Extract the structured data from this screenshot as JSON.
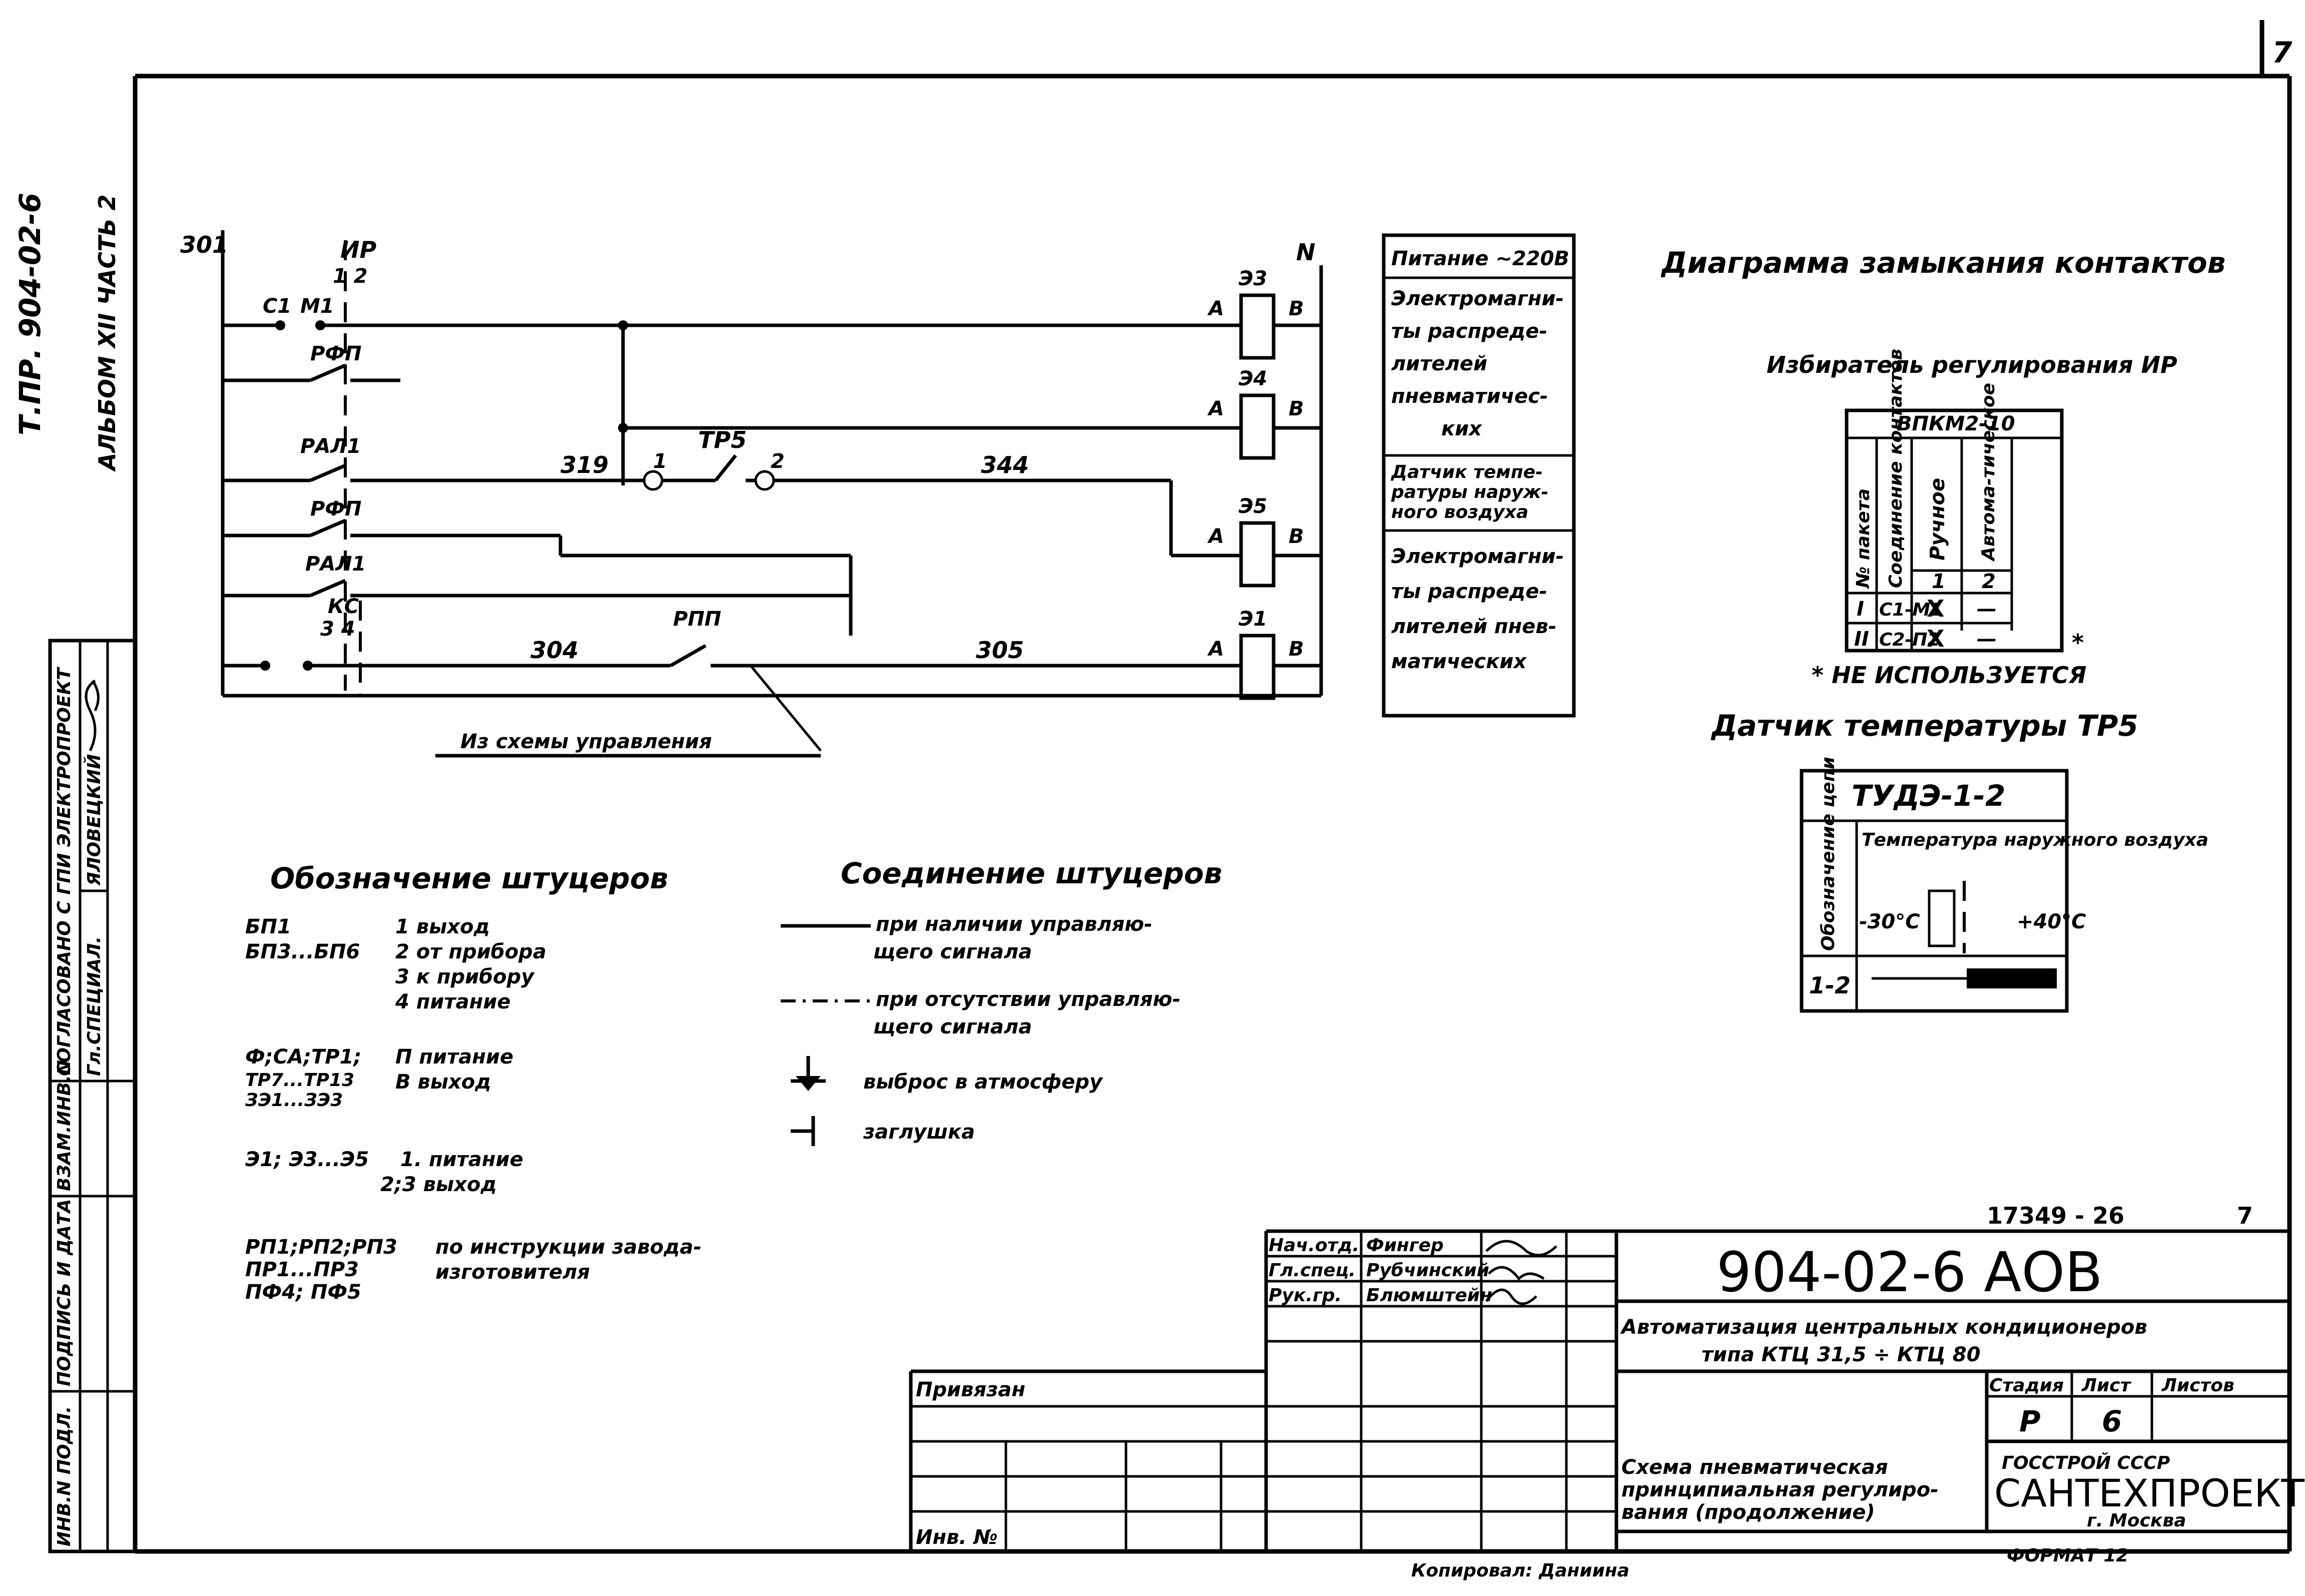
{
  "sheet": {
    "page_number": "7",
    "side_title_1": "Т.ПР. 904-02-6",
    "side_title_2": "АЛЬБОМ XII ЧАСТЬ 2",
    "side_labels": [
      "СОГЛАСОВАНО С ГПИ ЭЛЕКТРОПРОЕКТ",
      "Гл.СПЕЦИАЛ.",
      "ЯЛОВЕЦКИЙ",
      "ВЗАМ.ИНВ.N",
      "ПОДПИСЬ И ДАТА",
      "ИНВ.N ПОДЛ."
    ],
    "bottom_note": "Копировал: Даниина",
    "format": "ФОРМАТ 12",
    "doc_number": "17349 - 26",
    "doc_page": "7"
  },
  "schematic": {
    "wire_labels": {
      "w301": "301",
      "w319": "319",
      "w344": "344",
      "w304": "304",
      "w305": "305",
      "n": "N"
    },
    "selector": {
      "name": "ИР",
      "contacts": "1 2",
      "c1": "С1",
      "m1": "М1"
    },
    "relay_contacts": [
      "РФП",
      "РАЛ1",
      "РФП",
      "РАЛ1",
      "РПП"
    ],
    "kc": {
      "name": "КС",
      "contacts": "3 4"
    },
    "sensor": {
      "name": "ТР5",
      "t1": "1",
      "t2": "2"
    },
    "valves": [
      {
        "name": "Э3",
        "a": "А",
        "b": "В"
      },
      {
        "name": "Э4",
        "a": "А",
        "b": "В"
      },
      {
        "name": "Э5",
        "a": "А",
        "b": "В"
      },
      {
        "name": "Э1",
        "a": "А",
        "b": "В"
      }
    ],
    "from_control": "Из схемы управления"
  },
  "legend_box": {
    "power": "Питание ~220В",
    "group1": [
      "Электромагни-",
      "ты распреде-",
      "лителей",
      "пневматичес-",
      "ких"
    ],
    "group2": [
      "Датчик темпе-",
      "ратуры наруж-",
      "ного воздуха"
    ],
    "group3": [
      "Электромагни-",
      "ты распреде-",
      "лителей пнев-",
      "матических"
    ]
  },
  "contact_diagram": {
    "title": "Диаграмма замыкания контактов",
    "selector_title": "Избиратель регулирования ИР",
    "table_title": "ВПКМ2-10",
    "headers": [
      "№ пакета",
      "Соединение контактов",
      "Ручное",
      "Автома-тическое"
    ],
    "header_nums": [
      "1",
      "2"
    ],
    "rows": [
      {
        "packet": "I",
        "contacts": "С1-М1",
        "manual": "X",
        "auto": "—"
      },
      {
        "packet": "II",
        "contacts": "С2-П2",
        "manual": "X",
        "auto": "—"
      }
    ],
    "star": "*",
    "note": "* НЕ ИСПОЛЬЗУЕТСЯ",
    "sensor_title": "Датчик температуры ТР5",
    "sensor_table": {
      "model": "ТУДЭ-1-2",
      "col1": "Обозначение цепи",
      "col2": "Температура наружного воздуха",
      "tmin": "-30°С",
      "tmax": "+40°С",
      "row": "1-2"
    }
  },
  "fittings": {
    "title": "Обозначение штуцеров",
    "rows": [
      {
        "dev": "БП1",
        "dev2": "БП3...БП6",
        "items": [
          "1 выход",
          "2 от прибора",
          "3 к прибору",
          "4 питание"
        ]
      },
      {
        "dev": "Ф;СА;ТР1;",
        "dev2": "ТР7...ТР13",
        "dev3": "ЗЭ1...ЗЭ3",
        "items": [
          "П питание",
          "В выход"
        ]
      },
      {
        "dev": "Э1; Э3...Э5",
        "items": [
          "1. питание",
          "2;3 выход"
        ]
      },
      {
        "dev": "РП1;РП2;РП3",
        "dev2": "ПР1...ПР3",
        "dev3": "ПФ4; ПФ5",
        "items": [
          "по инструкции завода-",
          "изготовителя"
        ]
      }
    ]
  },
  "connections": {
    "title": "Соединение штуцеров",
    "items": [
      [
        "при наличии управляю-",
        "щего сигнала"
      ],
      [
        "при отсутствии управляю-",
        "щего сигнала"
      ],
      [
        "выброс в атмосферу"
      ],
      [
        "заглушка"
      ]
    ]
  },
  "title_block": {
    "code": "904-02-6 АОВ",
    "desc_1": "Автоматизация центральных кондиционеров",
    "desc_2": "типа КТЦ 31,5 ÷ КТЦ 80",
    "stage_h": "Стадия",
    "sheet_h": "Лист",
    "sheets_h": "Листов",
    "stage": "Р",
    "sheet_no": "6",
    "drawing_1": "Схема пневматическая",
    "drawing_2": "принципиальная регулиро-",
    "drawing_3": "вания (продолжение)",
    "org_1": "ГОССТРОЙ СССР",
    "org_2": "САНТЕХПРОЕКТ",
    "org_3": "г. Москва",
    "roles": [
      "Нач.отд.",
      "Гл.спец.",
      "Рук.гр."
    ],
    "names": [
      "Фингер",
      "Рубчинский",
      "Блюмштейн"
    ],
    "attached": "Привязан",
    "inv": "Инв. №"
  }
}
